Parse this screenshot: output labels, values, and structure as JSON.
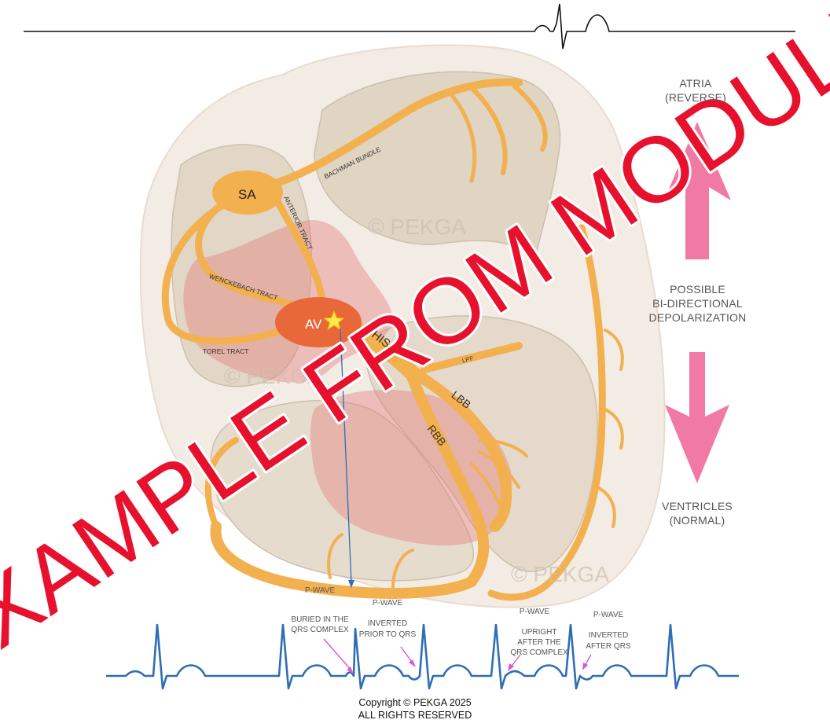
{
  "diagram": {
    "labels": {
      "sa": "SA",
      "av": "AV",
      "his": "HIS",
      "lbb": "LBB",
      "rbb": "RBB",
      "lpf": "LPF",
      "bachman": "BACHMAN BUNDLE",
      "anterior": "ANTERIOR TRACT",
      "wenckebach": "WENCKEBACH TRACT",
      "torel": "TOREL TRACT"
    },
    "watermarks": [
      "© PEKGA",
      "© PEKGA",
      "© PEKGA"
    ]
  },
  "overlay": {
    "text": "EXAMPLE FROM MODULE",
    "color": "#e8112d"
  },
  "side": {
    "atria_line1": "ATRIA",
    "atria_line2": "(REVERSE)",
    "mid_line1": "POSSIBLE",
    "mid_line2": "BI-DIRECTIONAL",
    "mid_line3": "DEPOLARIZATION",
    "ventricles_line1": "VENTRICLES",
    "ventricles_line2": "(NORMAL)",
    "arrow_color": "#f07aa4"
  },
  "ecg": {
    "annotations": [
      {
        "title": "P-WAVE",
        "line1": "BURIED IN THE",
        "line2": "QRS COMPLEX",
        "line3": ""
      },
      {
        "title": "P-WAVE",
        "line1": "INVERTED",
        "line2": "PRIOR TO QRS",
        "line3": ""
      },
      {
        "title": "P-WAVE",
        "line1": "UPRIGHT",
        "line2": "AFTER THE",
        "line3": "QRS COMPLEX"
      },
      {
        "title": "P-WAVE",
        "line1": "INVERTED",
        "line2": "AFTER QRS",
        "line3": ""
      }
    ],
    "trace_color": "#2f6db5",
    "pointer_color": "#d35ad3"
  },
  "colors": {
    "conduction": "#f2b04e",
    "av_node": "#e8683a",
    "accent": "#e8112d"
  },
  "footer": {
    "line1": "Copyright © PEKGA 2025",
    "line2": "ALL RIGHTS RESERVED"
  }
}
